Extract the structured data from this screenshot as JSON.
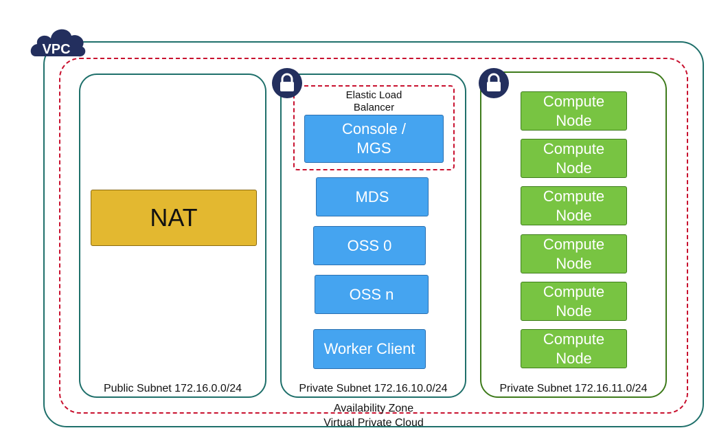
{
  "vpc_badge": "VPC",
  "availability_zone_label": "Availability Zone",
  "vpc_label": "Virtual Private Cloud",
  "public_subnet": {
    "label": "Public Subnet 172.16.0.0/24",
    "nat": "NAT"
  },
  "private_subnet_1": {
    "label": "Private Subnet 172.16.10.0/24",
    "elb_label": "Elastic Load\nBalancer",
    "console": "Console /\nMGS",
    "mds": "MDS",
    "oss0": "OSS 0",
    "ossn": "OSS n",
    "worker": "Worker Client"
  },
  "private_subnet_2": {
    "label": "Private Subnet 172.16.11.0/24",
    "compute_nodes": [
      "Compute\nNode",
      "Compute\nNode",
      "Compute\nNode",
      "Compute\nNode",
      "Compute\nNode",
      "Compute\nNode"
    ]
  },
  "colors": {
    "vpc_border": "#1e6f6a",
    "zone_dashed": "#c8102e",
    "blue_node": "#45a4f0",
    "green_node": "#78c442",
    "nat": "#e3b830",
    "badge": "#232f5e"
  },
  "icons": [
    "cloud-icon",
    "lock-icon"
  ]
}
